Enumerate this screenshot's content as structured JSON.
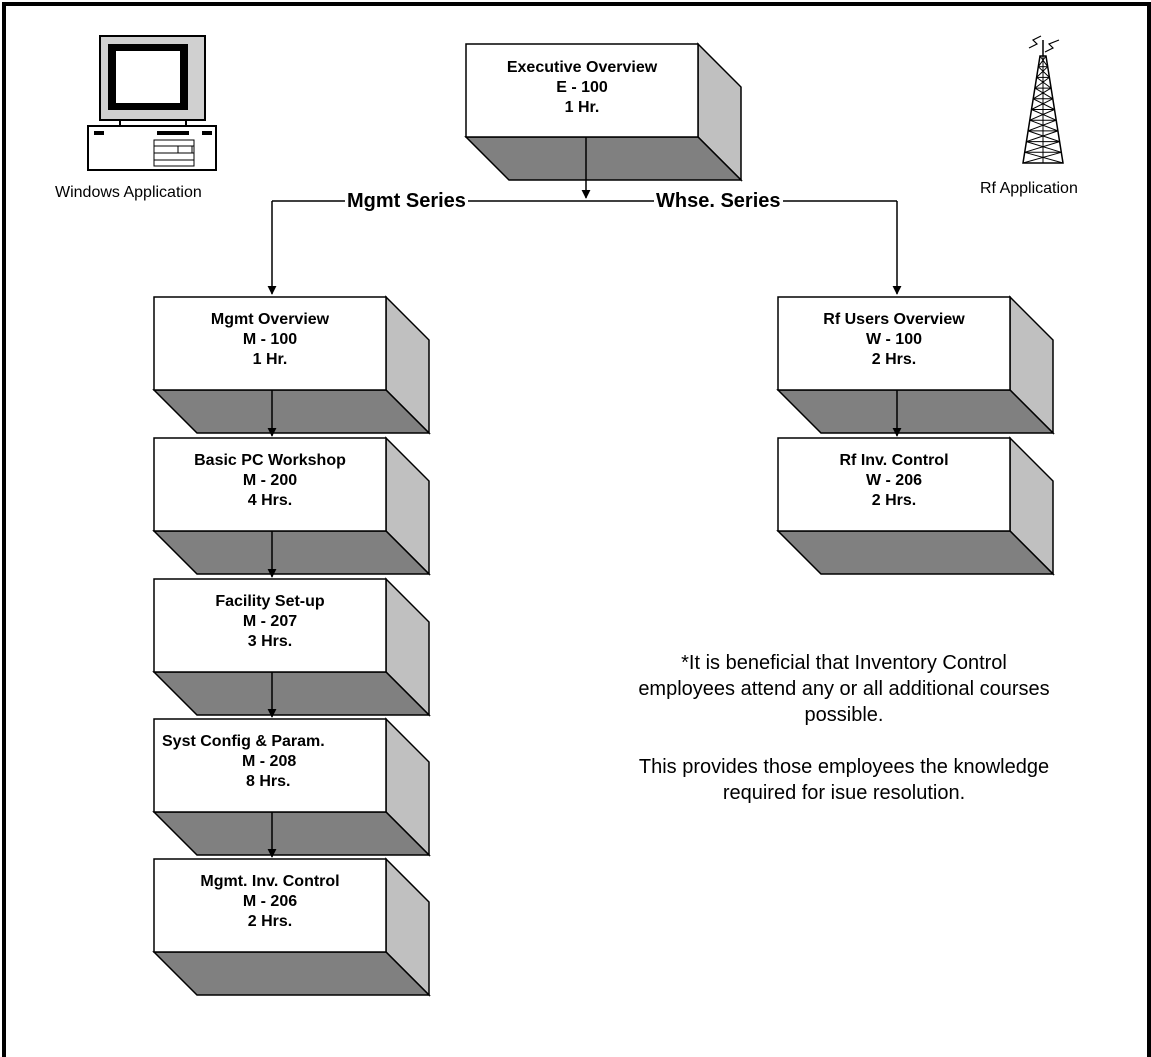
{
  "executive": {
    "title": "Executive Overview",
    "code": "E - 100",
    "duration": "1 Hr."
  },
  "branches": {
    "mgmt_label": "Mgmt Series",
    "whse_label": "Whse. Series"
  },
  "icons": {
    "windows_label": "Windows Application",
    "rf_label": "Rf Application",
    "windows_icon": "desktop-computer-icon",
    "rf_icon": "radio-tower-icon"
  },
  "mgmt_courses": [
    {
      "title": "Mgmt  Overview",
      "code": "M - 100",
      "duration": "1 Hr."
    },
    {
      "title": "Basic PC Workshop",
      "code": "M - 200",
      "duration": "4 Hrs."
    },
    {
      "title": "Facility Set-up",
      "code": "M - 207",
      "duration": "3 Hrs."
    },
    {
      "title": "Syst Config & Param.",
      "code": "M - 208",
      "duration": "8 Hrs."
    },
    {
      "title": "Mgmt. Inv. Control",
      "code": "M - 206",
      "duration": "2 Hrs."
    }
  ],
  "whse_courses": [
    {
      "title": "Rf Users Overview",
      "code": "W - 100",
      "duration": "2 Hrs."
    },
    {
      "title": "Rf Inv. Control",
      "code": "W - 206",
      "duration": "2 Hrs."
    }
  ],
  "note": {
    "paragraph1": "*It is beneficial that Inventory Control employees attend any or all additional courses possible.",
    "paragraph2": "This provides those employees the knowledge required for isue resolution."
  },
  "colors": {
    "box_side": "#c0c0c0",
    "box_bottom": "#808080",
    "line": "#000000"
  }
}
